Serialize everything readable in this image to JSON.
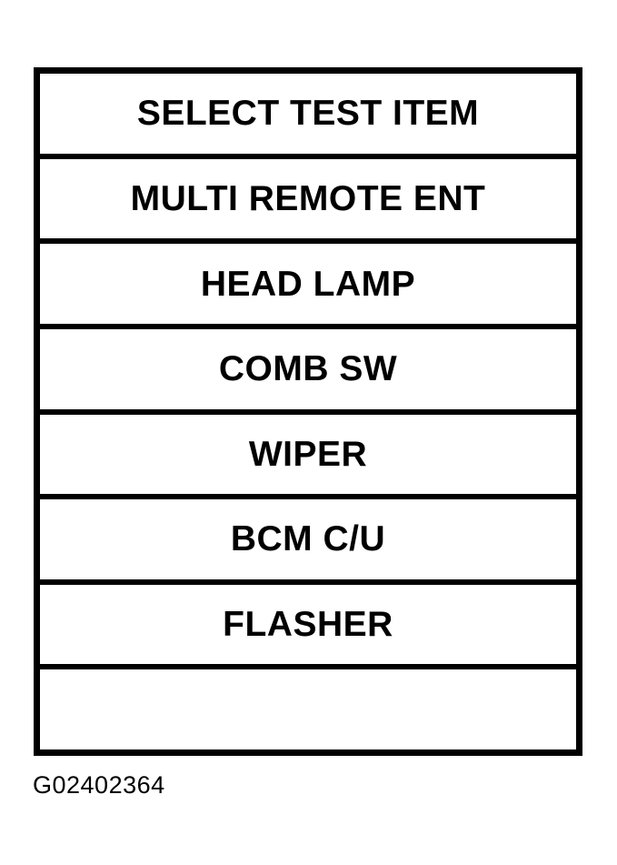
{
  "test_menu": {
    "header": "SELECT TEST ITEM",
    "items": [
      "MULTI REMOTE ENT",
      "HEAD LAMP",
      "COMB SW",
      "WIPER",
      "BCM C/U",
      "FLASHER",
      ""
    ]
  },
  "caption": "G02402364",
  "colors": {
    "background": "#ffffff",
    "border": "#000000",
    "text": "#000000"
  }
}
